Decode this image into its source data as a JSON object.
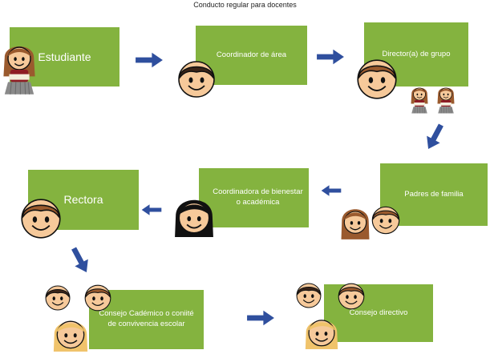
{
  "title": "Conducto regular para docentes",
  "nodes": {
    "estudiante": "Estudiante",
    "coordinador_area": "Coordinador de área",
    "director_grupo": "Director(a) de grupo",
    "padres": "Padres de familia",
    "coordinadora_bienestar": "Coordinadora de bienestar o académica",
    "rectora": "Rectora",
    "consejo_academico": "Consejo Cadémico o coniité de convivencia escolar",
    "consejo_directivo": "Consejo directivo"
  },
  "colors": {
    "box": "#84b33f",
    "arrow": "#2f4f9e",
    "skin": "#f6c99a",
    "hair_brown": "#9a5a2e",
    "hair_black": "#111111",
    "hair_blond": "#f0c36b"
  },
  "icons": [
    "student-girl-icon",
    "face-icon",
    "arrow-icon"
  ]
}
